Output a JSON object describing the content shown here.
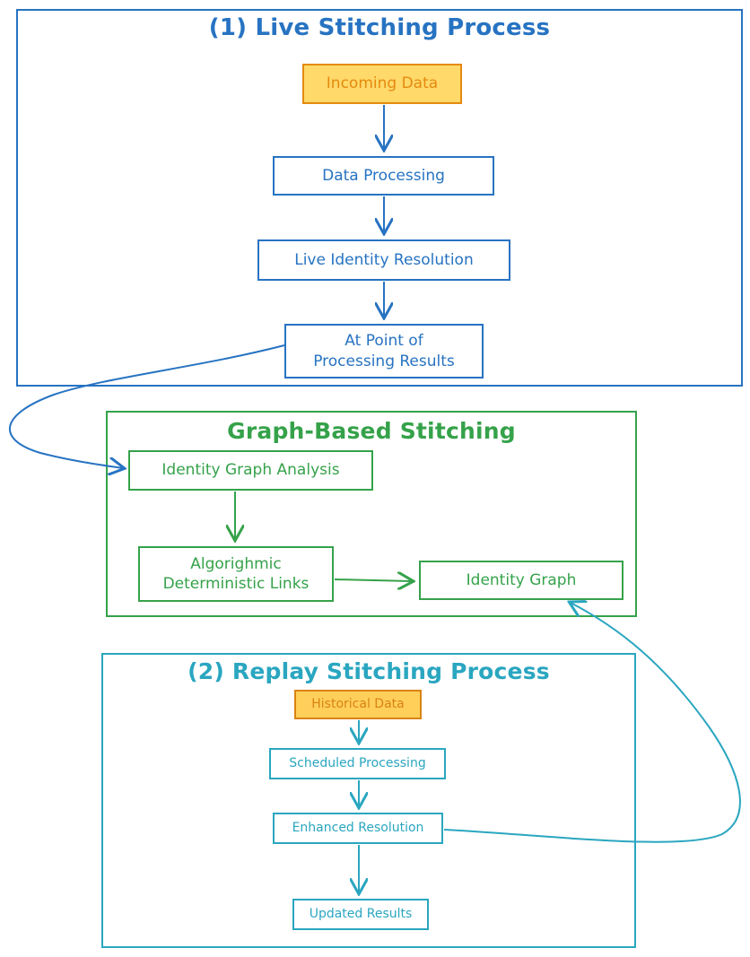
{
  "diagram": {
    "live_section": {
      "title": "(1) Live Stitching Process",
      "nodes": {
        "incoming": "Incoming Data",
        "processing": "Data Processing",
        "identity_resolution": "Live Identity Resolution",
        "point_results_line1": "At Point of",
        "point_results_line2": "Processing Results"
      },
      "color": "#2773c2"
    },
    "graph_section": {
      "title": "Graph-Based Stitching",
      "nodes": {
        "analysis": "Identity Graph Analysis",
        "links_line1": "Algorighmic",
        "links_line2": "Deterministic Links",
        "identity_graph": "Identity Graph"
      },
      "color": "#35a24a"
    },
    "replay_section": {
      "title": "(2) Replay Stitching Process",
      "nodes": {
        "historical": "Historical Data",
        "scheduled": "Scheduled Processing",
        "enhanced": "Enhanced Resolution",
        "updated": "Updated Results"
      },
      "color": "#2aa6c0"
    }
  }
}
